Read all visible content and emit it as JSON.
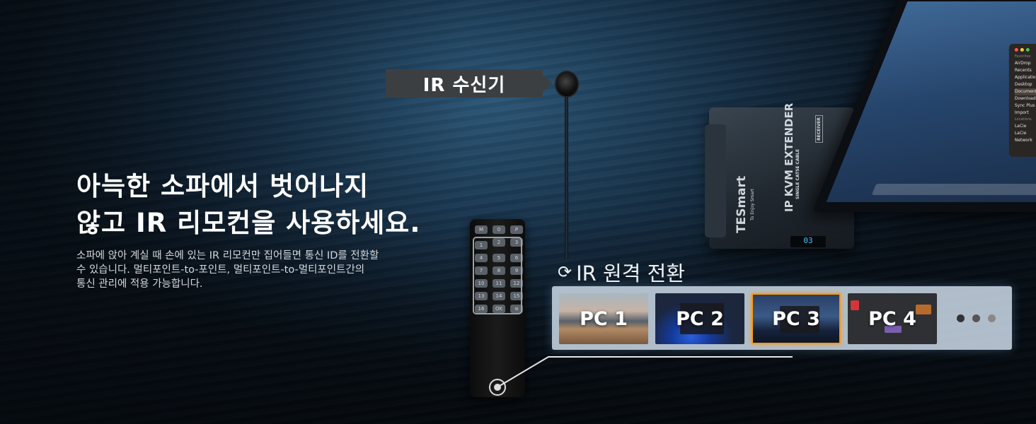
{
  "receiver_label": "IR 수신기",
  "headline": [
    "아늑한 소파에서 벗어나지",
    "않고 IR 리모컨을 사용하세요."
  ],
  "description": [
    "소파에 앉아 계실 때 손에 있는 IR 리모컨만 집어들면 통신 ID를 전환할",
    "수 있습니다. 멀티포인트-to-포인트, 멀티포인트-to-멀티포인트간의",
    "통신 관리에 적용 가능합니다."
  ],
  "remote": {
    "keys": [
      "M",
      "0",
      "P",
      "1",
      "2",
      "3",
      "4",
      "5",
      "6",
      "7",
      "8",
      "9",
      "10",
      "11",
      "12",
      "13",
      "14",
      "15",
      "16",
      "OK",
      "≡"
    ]
  },
  "device": {
    "brand": "TESmart",
    "tagline": "To Enjoy Smart",
    "model": "IP KVM EXTENDER",
    "subtitle": "SINGLE CAT5E CABLE",
    "type": "RECEIVER",
    "display": "03"
  },
  "monitor": {
    "finder": {
      "favorites_label": "Favorites",
      "favorites": [
        "AirDrop",
        "Recents",
        "Applications",
        "Desktop",
        "Documents",
        "Downloads",
        "Sync Plus Plan",
        "Import"
      ],
      "locations_label": "Locations",
      "locations": [
        "LaCie",
        "LaCie",
        "Network"
      ]
    }
  },
  "switch_panel": {
    "heading": "IR 원격 전환",
    "icon": "refresh-icon",
    "selected": "PC 3",
    "accent": "#f59a1c",
    "pcs": [
      "PC 1",
      "PC 2",
      "PC 3",
      "PC 4"
    ]
  }
}
